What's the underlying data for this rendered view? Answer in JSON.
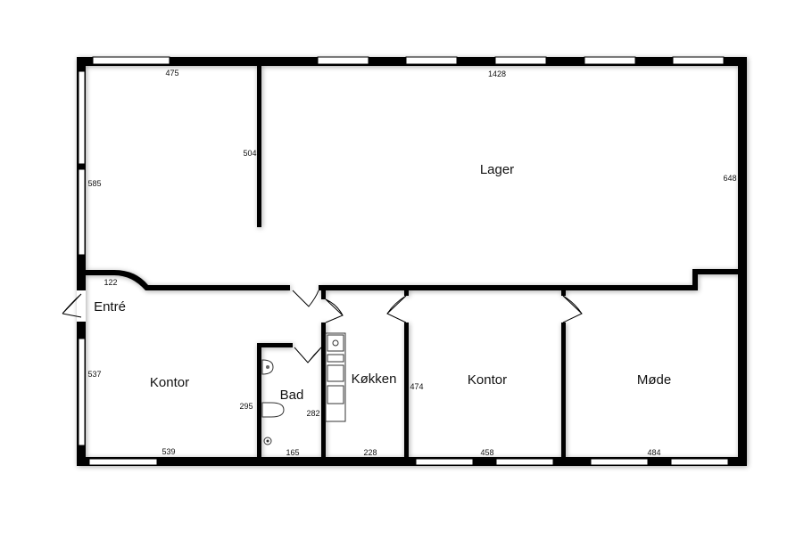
{
  "rooms": {
    "lager": "Lager",
    "entre": "Entré",
    "kontor_left": "Kontor",
    "bad": "Bad",
    "kokken": "Køkken",
    "kontor_right": "Kontor",
    "mode": "Møde"
  },
  "dimensions": {
    "top_left_width": "475",
    "top_right_width": "1428",
    "inner_wall_length": "504",
    "left_upper_height": "585",
    "right_height": "648",
    "entre_width": "122",
    "left_lower_height": "537",
    "bad_height": "295",
    "bad_kitchen_wall": "282",
    "kitchen_height": "474",
    "bottom_kontor": "539",
    "bottom_bad": "165",
    "bottom_kitchen": "228",
    "bottom_kontor_right": "458",
    "bottom_mode": "484"
  }
}
